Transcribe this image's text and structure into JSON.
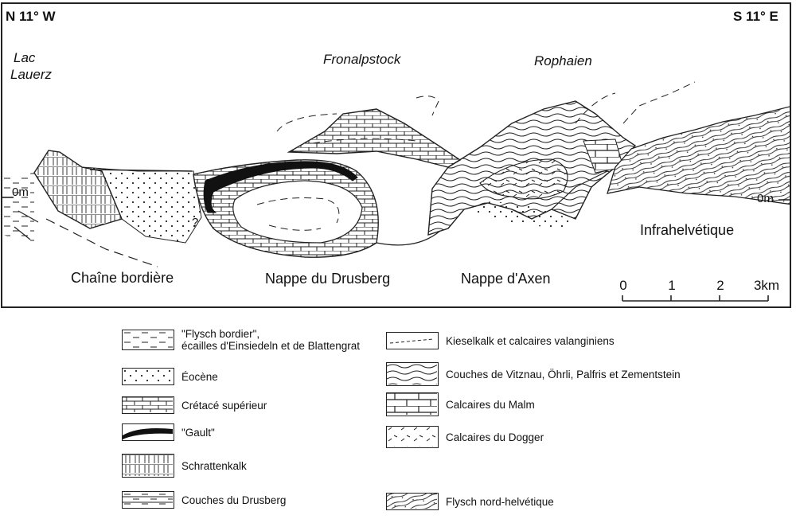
{
  "section": {
    "orient_left": "N 11° W",
    "orient_right": "S 11° E",
    "places": [
      {
        "name": "lake",
        "line1": "Lac",
        "line2": "Lauerz"
      },
      {
        "name": "fronalpstock",
        "text": "Fronalpstock"
      },
      {
        "name": "rophaien",
        "text": "Rophaien"
      }
    ],
    "units": {
      "chaine": "Chaîne bordière",
      "drusberg": "Nappe du Drusberg",
      "axen": "Nappe d'Axen",
      "infra": "Infrahelvétique"
    },
    "elevation_left": "0m",
    "elevation_right": "0m",
    "query_mark": "?",
    "scale": {
      "labels": [
        "0",
        "1",
        "2",
        "3km"
      ]
    }
  },
  "legend": {
    "left": [
      {
        "name": "flysch-bordier",
        "pattern": "dashes",
        "line1": "\"Flysch bordier\",",
        "line2": "écailles d'Einsiedeln et de Blattengrat"
      },
      {
        "name": "eocene",
        "pattern": "dots",
        "line1": "Éocène"
      },
      {
        "name": "cretace-superieur",
        "pattern": "bricks-small",
        "line1": "Crétacé supérieur"
      },
      {
        "name": "gault",
        "pattern": "black",
        "line1": "\"Gault\""
      },
      {
        "name": "schrattenkalk",
        "pattern": "schratten",
        "line1": "Schrattenkalk"
      },
      {
        "name": "couches-drusberg",
        "pattern": "drusberg",
        "line1": "Couches du Drusberg"
      }
    ],
    "right": [
      {
        "name": "kieselkalk",
        "pattern": "dashed-line",
        "line1": "Kieselkalk et calcaires valanginiens"
      },
      {
        "name": "vitznau",
        "pattern": "wavy",
        "line1": "Couches de Vitznau, Öhrli, Palfris et Zementstein"
      },
      {
        "name": "malm",
        "pattern": "bricks-large",
        "line1": "Calcaires du Malm"
      },
      {
        "name": "dogger",
        "pattern": "ticks",
        "line1": "Calcaires du Dogger"
      },
      {
        "name": "flysch-nord",
        "pattern": "flysch-nord",
        "line1": "Flysch nord-helvétique"
      }
    ]
  }
}
